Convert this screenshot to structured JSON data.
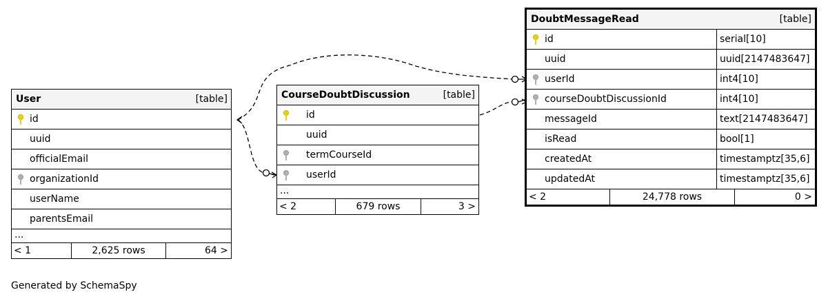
{
  "tables": {
    "user": {
      "name": "User",
      "type": "[table]",
      "columns": [
        {
          "name": "id",
          "key": "pk"
        },
        {
          "name": "uuid",
          "key": ""
        },
        {
          "name": "officialEmail",
          "key": ""
        },
        {
          "name": "organizationId",
          "key": "fk"
        },
        {
          "name": "userName",
          "key": ""
        },
        {
          "name": "parentsEmail",
          "key": ""
        }
      ],
      "more": "...",
      "footer": {
        "left": "< 1",
        "rows": "2,625 rows",
        "right": "64 >"
      }
    },
    "course_doubt_discussion": {
      "name": "CourseDoubtDiscussion",
      "type": "[table]",
      "columns": [
        {
          "name": "id",
          "key": "pk"
        },
        {
          "name": "uuid",
          "key": ""
        },
        {
          "name": "termCourseId",
          "key": "fk"
        },
        {
          "name": "userId",
          "key": "fk"
        }
      ],
      "more": "...",
      "footer": {
        "left": "< 2",
        "rows": "679 rows",
        "right": "3 >"
      }
    },
    "doubt_message_read": {
      "name": "DoubtMessageRead",
      "type": "[table]",
      "columns": [
        {
          "name": "id",
          "key": "pk",
          "datatype": "serial[10]"
        },
        {
          "name": "uuid",
          "key": "",
          "datatype": "uuid[2147483647]"
        },
        {
          "name": "userId",
          "key": "fk",
          "datatype": "int4[10]"
        },
        {
          "name": "courseDoubtDiscussionId",
          "key": "fk",
          "datatype": "int4[10]"
        },
        {
          "name": "messageId",
          "key": "",
          "datatype": "text[2147483647]"
        },
        {
          "name": "isRead",
          "key": "",
          "datatype": "bool[1]"
        },
        {
          "name": "createdAt",
          "key": "",
          "datatype": "timestamptz[35,6]"
        },
        {
          "name": "updatedAt",
          "key": "",
          "datatype": "timestamptz[35,6]"
        }
      ],
      "footer": {
        "left": "< 2",
        "rows": "24,778 rows",
        "right": "0 >"
      }
    }
  },
  "generated_by": "Generated by SchemaSpy",
  "colors": {
    "pk_key": "#e8d400",
    "fk_key": "#b0b0b0",
    "header_bg": "#f4f4f4"
  }
}
